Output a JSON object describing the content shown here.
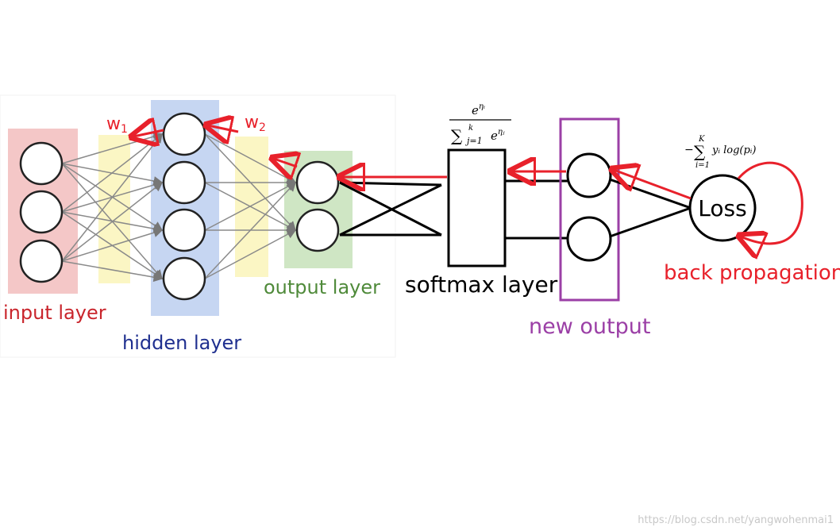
{
  "labels": {
    "input_layer": "input layer",
    "hidden_layer": "hidden layer",
    "output_layer": "output layer",
    "softmax_layer": "softmax layer",
    "new_output": "new output",
    "back_propagation": "back propagation",
    "loss": "Loss",
    "w1": "w",
    "w1_sub": "1",
    "w2": "w",
    "w2_sub": "2"
  },
  "formulas": {
    "softmax_numerator_base": "e",
    "softmax_numerator_exp": "ηᵢ",
    "softmax_denominator": "∑",
    "softmax_denominator_upper": "k",
    "softmax_denominator_lower": "j=1",
    "softmax_denominator_term_base": "e",
    "softmax_denominator_term_exp": "ηⱼ",
    "loss_minus": "−",
    "loss_sum": "∑",
    "loss_sum_upper": "K",
    "loss_sum_lower": "i=1",
    "loss_term": "yᵢ log(pᵢ)"
  },
  "watermark": "https://blog.csdn.net/yangwohenmai1",
  "colors": {
    "input_band": "#f4c7c7",
    "weight_band": "#fbf6c4",
    "hidden_band": "#c6d6f2",
    "output_band": "#cfe6c4",
    "input_label": "#c9252c",
    "hidden_label": "#1f2f8f",
    "output_label": "#4f8a3a",
    "new_output_box": "#9b3fa6",
    "arrow_red": "#e8212b",
    "node_stroke": "#000000",
    "edge_gray": "#7a7a7a"
  }
}
